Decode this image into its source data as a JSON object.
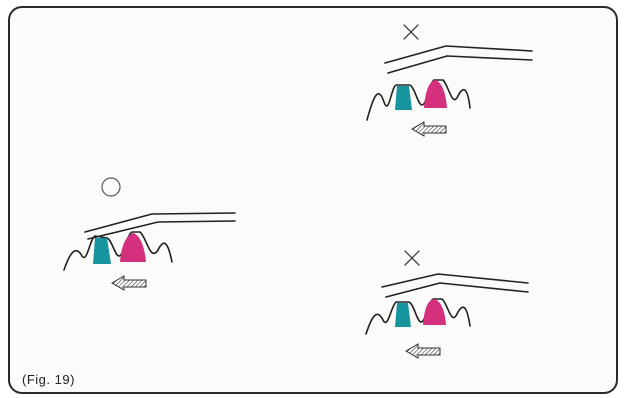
{
  "figure": {
    "caption": "(Fig. 19)",
    "colors": {
      "frame": "#2a2a2a",
      "line": "#222222",
      "tooth_left": "#17959f",
      "tooth_right": "#d5307d",
      "arrow_hatch": "#333333"
    },
    "panels": [
      {
        "id": "correct",
        "verdict": "correct",
        "mark_icon": "circle-icon"
      },
      {
        "id": "incorrect-top",
        "verdict": "incorrect",
        "mark_icon": "cross-icon"
      },
      {
        "id": "incorrect-bottom",
        "verdict": "incorrect",
        "mark_icon": "cross-icon"
      }
    ]
  }
}
